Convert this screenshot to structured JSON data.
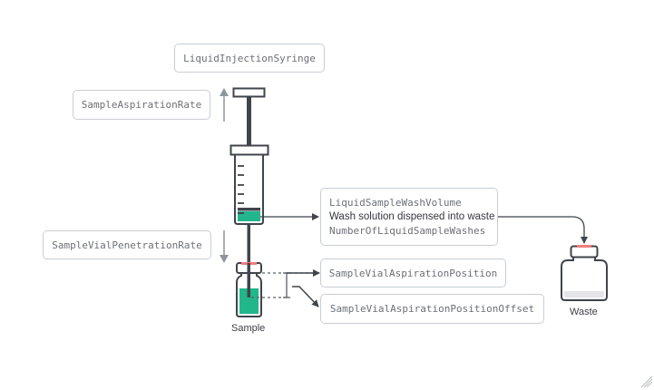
{
  "labels": {
    "syringe": "LiquidInjectionSyringe",
    "aspiration_rate": "SampleAspirationRate",
    "penetration_rate": "SampleVialPenetrationRate",
    "wash_volume": "LiquidSampleWashVolume",
    "wash_description": "Wash solution dispensed into waste",
    "number_of_washes": "NumberOfLiquidSampleWashes",
    "aspiration_position": "SampleVialAspirationPosition",
    "aspiration_position_offset": "SampleVialAspirationPositionOffset"
  },
  "captions": {
    "sample": "Sample",
    "waste": "Waste"
  },
  "colors": {
    "liquid": "#21b68c",
    "septum": "#f47c7c",
    "outline": "#3f454b",
    "arrow_gray": "#8e969d",
    "waste_fill": "#e3e5e8"
  }
}
